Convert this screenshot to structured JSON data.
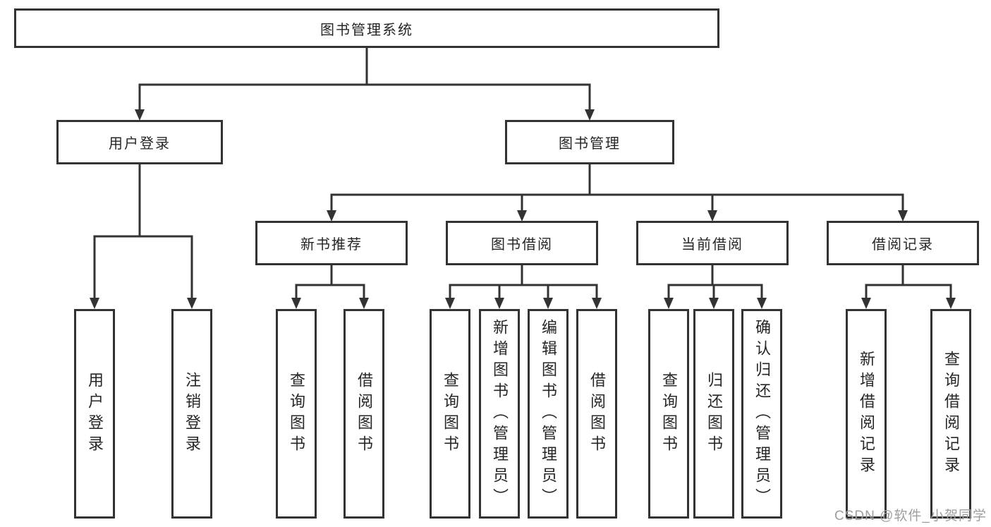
{
  "tree": {
    "root": {
      "label": "图书管理系统",
      "children": [
        {
          "label": "用户登录",
          "children": [
            {
              "label": "用户登录"
            },
            {
              "label": "注销登录"
            }
          ]
        },
        {
          "label": "图书管理",
          "children": [
            {
              "label": "新书推荐",
              "children": [
                {
                  "label": "查询图书"
                },
                {
                  "label": "借阅图书"
                }
              ]
            },
            {
              "label": "图书借阅",
              "children": [
                {
                  "label": "查询图书"
                },
                {
                  "label": "新增图书（管理员）"
                },
                {
                  "label": "编辑图书（管理员）"
                },
                {
                  "label": "借阅图书"
                }
              ]
            },
            {
              "label": "当前借阅",
              "children": [
                {
                  "label": "查询图书"
                },
                {
                  "label": "归还图书"
                },
                {
                  "label": "确认归还（管理员）"
                }
              ]
            },
            {
              "label": "借阅记录",
              "children": [
                {
                  "label": "新增借阅记录"
                },
                {
                  "label": "查询借阅记录"
                }
              ]
            }
          ]
        }
      ]
    }
  },
  "watermark": "CSDN @软件_小贺同学",
  "colors": {
    "line": "#333333",
    "text": "#262626",
    "watermark": "#9e9e9e",
    "background": "#ffffff"
  }
}
